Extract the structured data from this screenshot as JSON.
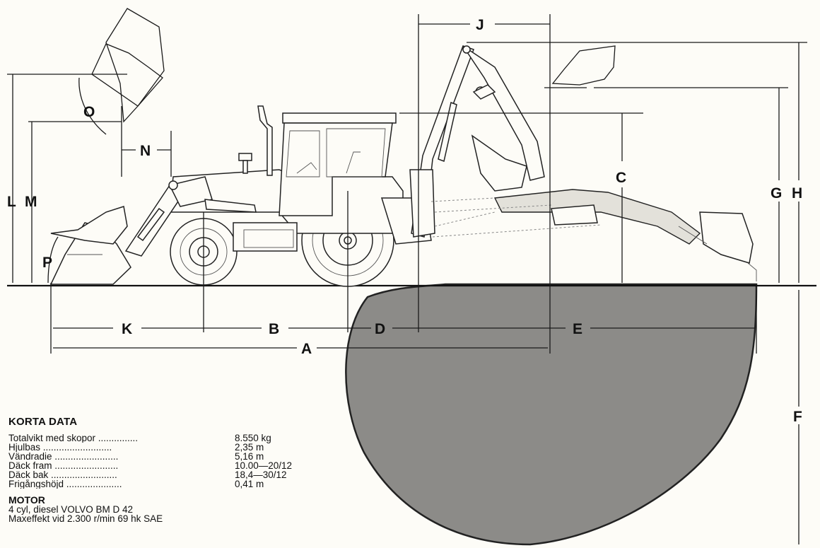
{
  "dimension_labels": {
    "A": "A",
    "B": "B",
    "C": "C",
    "D": "D",
    "E": "E",
    "F": "F",
    "G": "G",
    "H": "H",
    "J": "J",
    "K": "K",
    "L": "L",
    "M": "M",
    "N": "N",
    "O": "O",
    "P": "P"
  },
  "specs": {
    "heading": "KORTA DATA",
    "rows": [
      {
        "label": "Totalvikt med skopor ...............",
        "value": "8.550 kg"
      },
      {
        "label": "Hjulbas ..........................",
        "value": "2,35 m"
      },
      {
        "label": "Vändradie ........................",
        "value": "5,16 m"
      },
      {
        "label": "Däck fram ........................",
        "value": "10.00—20/12"
      },
      {
        "label": "Däck bak .........................",
        "value": "18,4—30/12"
      },
      {
        "label": "Frigångshöjd .....................",
        "value": "0,41 m"
      }
    ],
    "motor_heading": "MOTOR",
    "motor_lines": [
      "4 cyl, diesel VOLVO BM D 42",
      "Maxeffekt vid 2.300 r/min 69 hk SAE"
    ]
  },
  "colors": {
    "paper": "#fdfcf7",
    "reach_area": "#8c8b88",
    "ink": "#111111"
  }
}
